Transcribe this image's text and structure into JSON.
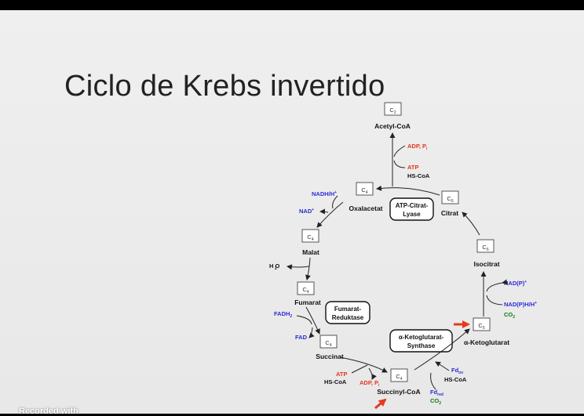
{
  "slide": {
    "title": "Ciclo de Krebs invertido"
  },
  "diagram": {
    "carbon_boxes": {
      "acetyl": "C2",
      "oxalacetat": "C4",
      "citrat": "C6",
      "malat": "C4",
      "isocitrat": "C6",
      "fumarat": "C4",
      "ketoglutarat": "C5",
      "succinat": "C4",
      "succinyl": "C4"
    },
    "compounds": {
      "acetyl_coa": "Acetyl-CoA",
      "oxalacetat": "Oxalacetat",
      "citrat": "Citrat",
      "malat": "Malat",
      "isocitrat": "Isocitrat",
      "fumarat": "Fumarat",
      "ketoglutarat": "α-Ketoglutarat",
      "succinat": "Succinat",
      "succinyl_coa": "Succinyl-CoA"
    },
    "enzymes": {
      "atp_citrat_lyase": [
        "ATP-Citrat-",
        "Lyase"
      ],
      "fumarat_reduktase": [
        "Fumarat-",
        "Reduktase"
      ],
      "ketoglutarat_synthase": [
        "α-Ketoglutarat-",
        "Synthase"
      ]
    },
    "cofactors": {
      "adp_pi_top": "ADP, P",
      "atp_top": "ATP",
      "hscoa_top": "HS-CoA",
      "nadh_top": "NADH/H",
      "nad_top": "NAD",
      "h2o": "H O",
      "nadp_right": "NAD(P)",
      "nadph_right": "NAD(P)H/H",
      "co2_right": "CO",
      "fadh2": "FADH",
      "fad": "FAD",
      "atp_bottom": "ATP",
      "hscoa_bottom": "HS-CoA",
      "adp_pi_bottom": "ADP, P",
      "fdox": "Fd",
      "hscoa_right": "HS-CoA",
      "fdred": "Fd",
      "co2_bottom": "CO"
    },
    "colors": {
      "red": "#e5361b",
      "blue": "#2b2bd6",
      "green": "#127a12",
      "highlight_arrow": "#e43a1e"
    }
  },
  "footer": {
    "watermark": "Recorded with"
  }
}
